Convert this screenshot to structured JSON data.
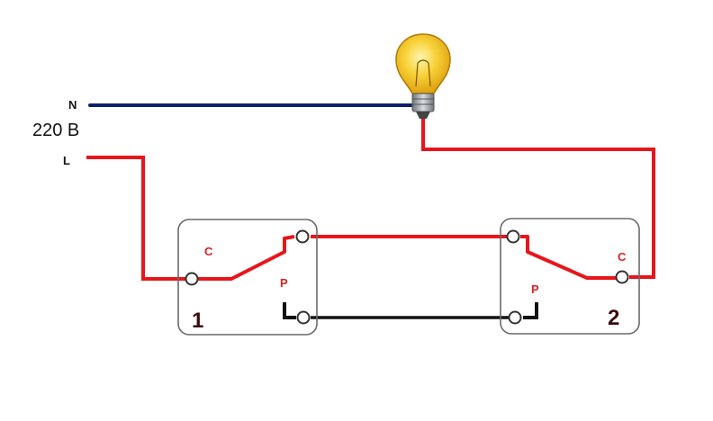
{
  "colors": {
    "phase_wire": "#e8151b",
    "neutral_wire": "#0d1f6b",
    "traveler_p_wire": "#111111",
    "label_red": "#e02020",
    "number_dark": "#3a0d0d",
    "switch_border": "#6a6a6a",
    "bulb_glass": "#f6c21a",
    "bulb_base": "#9aa0a6"
  },
  "labels": {
    "neutral": "N",
    "voltage": "220 B",
    "phase": "L"
  },
  "switches": [
    {
      "number": "1",
      "common_label": "C",
      "traveler_label": "P"
    },
    {
      "number": "2",
      "common_label": "C",
      "traveler_label": "P"
    }
  ],
  "icons": {
    "lamp": "light-bulb-icon"
  }
}
